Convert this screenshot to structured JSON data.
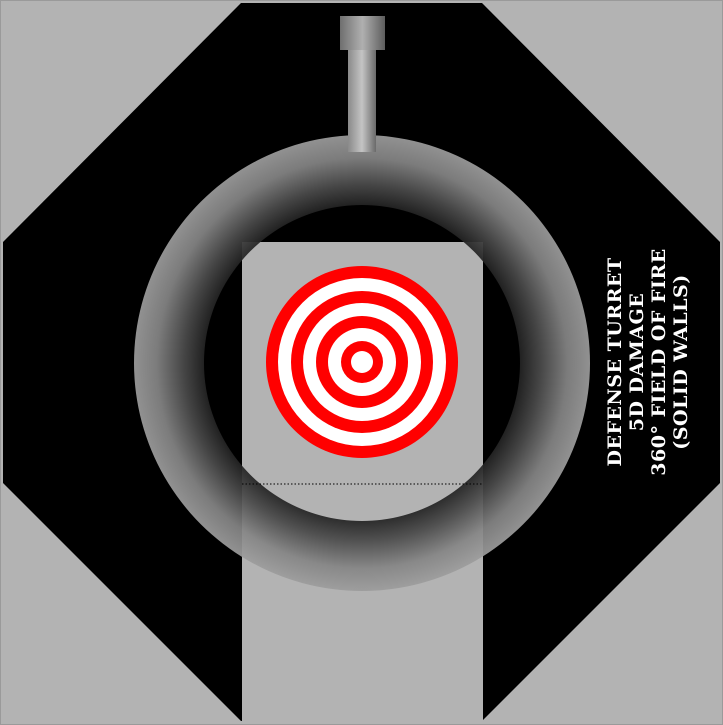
{
  "tile": {
    "name": "DEFENSE TURRET",
    "lines": [
      "DEFENSE TURRET",
      "5D DAMAGE",
      "360° FIELD OF FIRE",
      "(SOLID WALLS)"
    ]
  },
  "colors": {
    "wall": "#b3b3b3",
    "floor": "#000000",
    "target_red": "#ff0000",
    "target_white": "#ffffff",
    "ring_dark": "#2a2a2a",
    "ring_light": "#9a9a9a"
  },
  "icons": {
    "turret_barrel": "barrel-icon",
    "target": "bullseye-icon",
    "turret_ring": "turret-ring-icon"
  }
}
